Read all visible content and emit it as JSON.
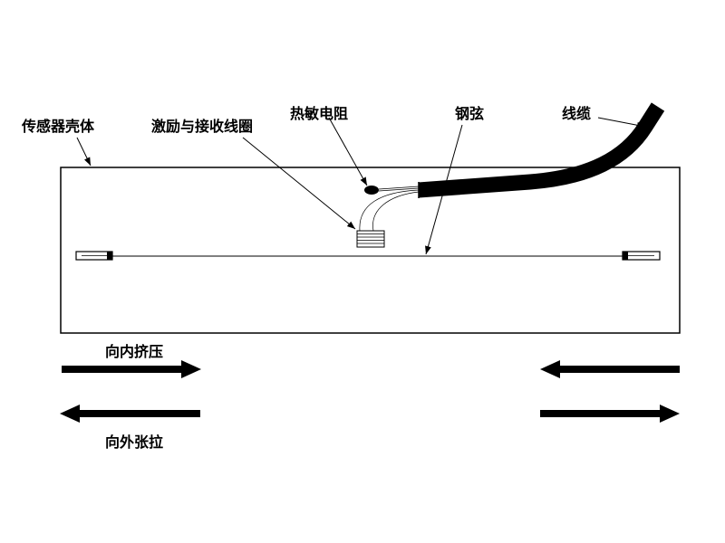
{
  "labels": {
    "housing": "传感器壳体",
    "coil": "激励与接收线圈",
    "thermistor": "热敏电阻",
    "wire": "钢弦",
    "cable": "线缆",
    "compress": "向内挤压",
    "tension": "向外张拉"
  }
}
